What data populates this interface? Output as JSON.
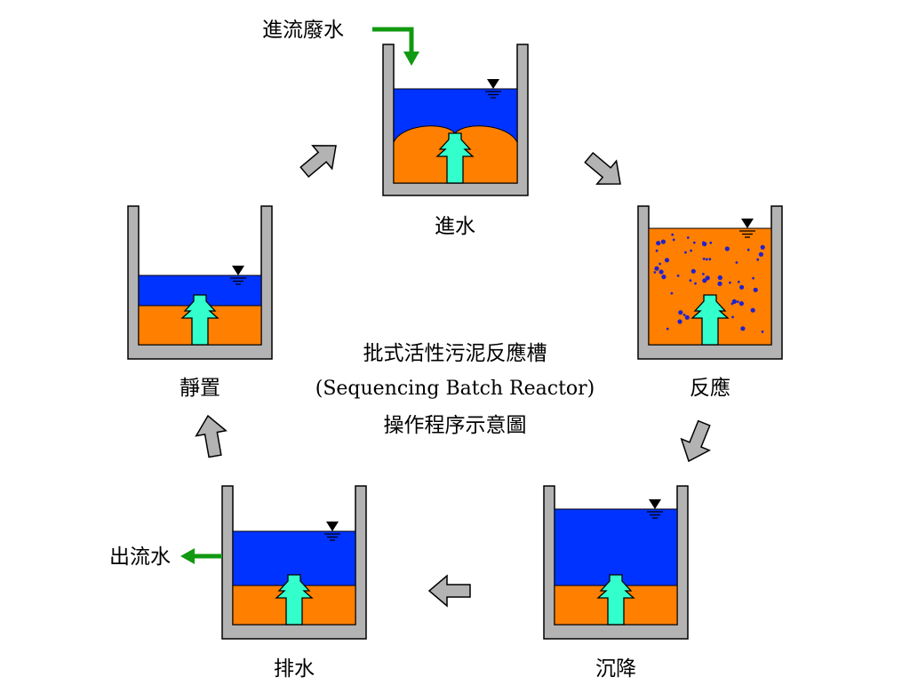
{
  "diagram": {
    "center_title": {
      "line1": "批式活性污泥反應槽",
      "line2": "(Sequencing Batch Reactor)",
      "line3": "操作程序示意圖"
    },
    "stages": {
      "fill": "進水",
      "react": "反應",
      "settle": "沉降",
      "draw": "排水",
      "idle": "靜置"
    },
    "influent_label": "進流廢水",
    "effluent_label": "出流水",
    "colors": {
      "tank_wall": "#b3b3b3",
      "water": "#0033ff",
      "sludge": "#ff7f00",
      "aerator": "#33ffcc",
      "flow_arrow": "#119911",
      "cycle_arrow": "#b3b3b3",
      "bubble": "#2222cc"
    },
    "icons": [
      "water-level-icon",
      "aerator-icon",
      "cycle-arrow-icon",
      "flow-arrow-icon"
    ]
  }
}
